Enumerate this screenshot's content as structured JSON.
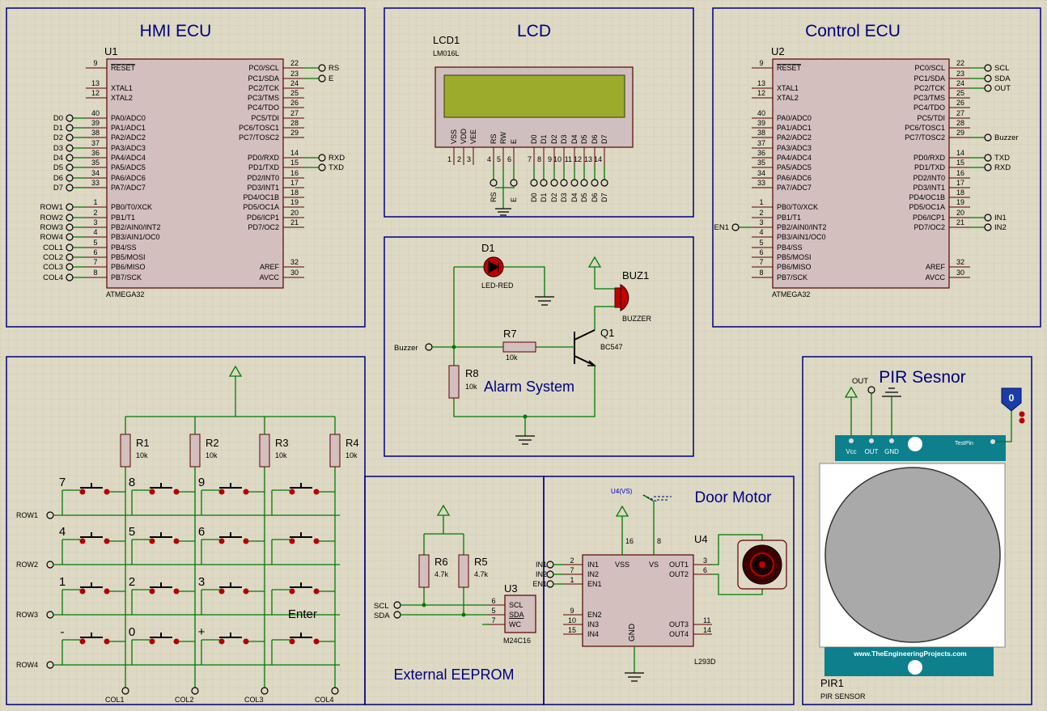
{
  "sections": {
    "hmi": "HMI ECU",
    "lcd": "LCD",
    "control": "Control ECU",
    "alarm": "Alarm System",
    "pir": "PIR Sesnor",
    "eeprom": "External EEPROM",
    "motor": "Door Motor"
  },
  "u1": {
    "ref": "U1",
    "part": "ATMEGA32",
    "left_pins": [
      {
        "num": "9",
        "name": "RESET",
        "net": ""
      },
      {
        "num": "13",
        "name": "XTAL1",
        "net": ""
      },
      {
        "num": "12",
        "name": "XTAL2",
        "net": ""
      },
      {
        "num": "40",
        "name": "PA0/ADC0",
        "net": "D0"
      },
      {
        "num": "39",
        "name": "PA1/ADC1",
        "net": "D1"
      },
      {
        "num": "38",
        "name": "PA2/ADC2",
        "net": "D2"
      },
      {
        "num": "37",
        "name": "PA3/ADC3",
        "net": "D3"
      },
      {
        "num": "36",
        "name": "PA4/ADC4",
        "net": "D4"
      },
      {
        "num": "35",
        "name": "PA5/ADC5",
        "net": "D5"
      },
      {
        "num": "34",
        "name": "PA6/ADC6",
        "net": "D6"
      },
      {
        "num": "33",
        "name": "PA7/ADC7",
        "net": "D7"
      },
      {
        "num": "1",
        "name": "PB0/T0/XCK",
        "net": "ROW1"
      },
      {
        "num": "2",
        "name": "PB1/T1",
        "net": "ROW2"
      },
      {
        "num": "3",
        "name": "PB2/AIN0/INT2",
        "net": "ROW3"
      },
      {
        "num": "4",
        "name": "PB3/AIN1/OC0",
        "net": "ROW4"
      },
      {
        "num": "5",
        "name": "PB4/SS",
        "net": "COL1"
      },
      {
        "num": "6",
        "name": "PB5/MOSI",
        "net": "COL2"
      },
      {
        "num": "7",
        "name": "PB6/MISO",
        "net": "COL3"
      },
      {
        "num": "8",
        "name": "PB7/SCK",
        "net": "COL4"
      }
    ],
    "right_pins": [
      {
        "num": "22",
        "name": "PC0/SCL",
        "net": "RS"
      },
      {
        "num": "23",
        "name": "PC1/SDA",
        "net": "E"
      },
      {
        "num": "24",
        "name": "PC2/TCK",
        "net": ""
      },
      {
        "num": "25",
        "name": "PC3/TMS",
        "net": ""
      },
      {
        "num": "26",
        "name": "PC4/TDO",
        "net": ""
      },
      {
        "num": "27",
        "name": "PC5/TDI",
        "net": ""
      },
      {
        "num": "28",
        "name": "PC6/TOSC1",
        "net": ""
      },
      {
        "num": "29",
        "name": "PC7/TOSC2",
        "net": ""
      },
      {
        "num": "14",
        "name": "PD0/RXD",
        "net": "RXD"
      },
      {
        "num": "15",
        "name": "PD1/TXD",
        "net": "TXD"
      },
      {
        "num": "16",
        "name": "PD2/INT0",
        "net": ""
      },
      {
        "num": "17",
        "name": "PD3/INT1",
        "net": ""
      },
      {
        "num": "18",
        "name": "PD4/OC1B",
        "net": ""
      },
      {
        "num": "19",
        "name": "PD5/OC1A",
        "net": ""
      },
      {
        "num": "20",
        "name": "PD6/ICP1",
        "net": ""
      },
      {
        "num": "21",
        "name": "PD7/OC2",
        "net": ""
      },
      {
        "num": "32",
        "name": "AREF",
        "net": ""
      },
      {
        "num": "30",
        "name": "AVCC",
        "net": ""
      }
    ]
  },
  "u2": {
    "ref": "U2",
    "part": "ATMEGA32",
    "left_pins": [
      {
        "num": "9",
        "name": "RESET",
        "net": ""
      },
      {
        "num": "13",
        "name": "XTAL1",
        "net": ""
      },
      {
        "num": "12",
        "name": "XTAL2",
        "net": ""
      },
      {
        "num": "40",
        "name": "PA0/ADC0",
        "net": ""
      },
      {
        "num": "39",
        "name": "PA1/ADC1",
        "net": ""
      },
      {
        "num": "38",
        "name": "PA2/ADC2",
        "net": ""
      },
      {
        "num": "37",
        "name": "PA3/ADC3",
        "net": ""
      },
      {
        "num": "36",
        "name": "PA4/ADC4",
        "net": ""
      },
      {
        "num": "35",
        "name": "PA5/ADC5",
        "net": ""
      },
      {
        "num": "34",
        "name": "PA6/ADC6",
        "net": ""
      },
      {
        "num": "33",
        "name": "PA7/ADC7",
        "net": ""
      },
      {
        "num": "1",
        "name": "PB0/T0/XCK",
        "net": ""
      },
      {
        "num": "2",
        "name": "PB1/T1",
        "net": ""
      },
      {
        "num": "3",
        "name": "PB2/AIN0/INT2",
        "net": "EN1"
      },
      {
        "num": "4",
        "name": "PB3/AIN1/OC0",
        "net": ""
      },
      {
        "num": "5",
        "name": "PB4/SS",
        "net": ""
      },
      {
        "num": "6",
        "name": "PB5/MOSI",
        "net": ""
      },
      {
        "num": "7",
        "name": "PB6/MISO",
        "net": ""
      },
      {
        "num": "8",
        "name": "PB7/SCK",
        "net": ""
      }
    ],
    "right_pins": [
      {
        "num": "22",
        "name": "PC0/SCL",
        "net": "SCL"
      },
      {
        "num": "23",
        "name": "PC1/SDA",
        "net": "SDA"
      },
      {
        "num": "24",
        "name": "PC2/TCK",
        "net": "OUT"
      },
      {
        "num": "25",
        "name": "PC3/TMS",
        "net": ""
      },
      {
        "num": "26",
        "name": "PC4/TDO",
        "net": ""
      },
      {
        "num": "27",
        "name": "PC5/TDI",
        "net": ""
      },
      {
        "num": "28",
        "name": "PC6/TOSC1",
        "net": ""
      },
      {
        "num": "29",
        "name": "PC7/TOSC2",
        "net": "Buzzer"
      },
      {
        "num": "14",
        "name": "PD0/RXD",
        "net": "TXD"
      },
      {
        "num": "15",
        "name": "PD1/TXD",
        "net": "RXD"
      },
      {
        "num": "16",
        "name": "PD2/INT0",
        "net": ""
      },
      {
        "num": "17",
        "name": "PD3/INT1",
        "net": ""
      },
      {
        "num": "18",
        "name": "PD4/OC1B",
        "net": ""
      },
      {
        "num": "19",
        "name": "PD5/OC1A",
        "net": ""
      },
      {
        "num": "20",
        "name": "PD6/ICP1",
        "net": "IN1"
      },
      {
        "num": "21",
        "name": "PD7/OC2",
        "net": "IN2"
      },
      {
        "num": "32",
        "name": "AREF",
        "net": ""
      },
      {
        "num": "30",
        "name": "AVCC",
        "net": ""
      }
    ]
  },
  "lcd": {
    "ref": "LCD1",
    "part": "LM016L",
    "pins": [
      {
        "name": "VSS",
        "num": "1",
        "net": ""
      },
      {
        "name": "VDD",
        "num": "2",
        "net": ""
      },
      {
        "name": "VEE",
        "num": "3",
        "net": ""
      },
      {
        "name": "RS",
        "num": "4",
        "net": "RS"
      },
      {
        "name": "RW",
        "num": "5",
        "net": ""
      },
      {
        "name": "E",
        "num": "6",
        "net": "E"
      },
      {
        "name": "D0",
        "num": "7",
        "net": "D0"
      },
      {
        "name": "D1",
        "num": "8",
        "net": "D1"
      },
      {
        "name": "D2",
        "num": "9",
        "net": "D2"
      },
      {
        "name": "D3",
        "num": "10",
        "net": "D3"
      },
      {
        "name": "D4",
        "num": "11",
        "net": "D4"
      },
      {
        "name": "D5",
        "num": "12",
        "net": "D5"
      },
      {
        "name": "D6",
        "num": "13",
        "net": "D6"
      },
      {
        "name": "D7",
        "num": "14",
        "net": "D7"
      }
    ]
  },
  "alarm": {
    "led_ref": "D1",
    "led_part": "LED-RED",
    "buz_ref": "BUZ1",
    "buz_part": "BUZZER",
    "q_ref": "Q1",
    "q_part": "BC547",
    "r7_ref": "R7",
    "r7_val": "10k",
    "r8_ref": "R8",
    "r8_val": "10k",
    "input_net": "Buzzer"
  },
  "keypad": {
    "resistors": [
      {
        "ref": "R1",
        "val": "10k"
      },
      {
        "ref": "R2",
        "val": "10k"
      },
      {
        "ref": "R3",
        "val": "10k"
      },
      {
        "ref": "R4",
        "val": "10k"
      }
    ],
    "rows": [
      "ROW1",
      "ROW2",
      "ROW3",
      "ROW4"
    ],
    "cols": [
      "COL1",
      "COL2",
      "COL3",
      "COL4"
    ],
    "keys": [
      [
        "7",
        "8",
        "9",
        ""
      ],
      [
        "4",
        "5",
        "6",
        ""
      ],
      [
        "1",
        "2",
        "3",
        "Enter"
      ],
      [
        "-",
        "0",
        "+",
        ""
      ]
    ]
  },
  "eeprom": {
    "ref": "U3",
    "part": "M24C16",
    "r6_ref": "R6",
    "r6_val": "4.7k",
    "r5_ref": "R5",
    "r5_val": "4.7k",
    "pins": [
      {
        "num": "6",
        "name": "SCL",
        "net": "SCL"
      },
      {
        "num": "5",
        "name": "SDA",
        "net": "SDA"
      },
      {
        "num": "7",
        "name": "WC",
        "net": ""
      }
    ]
  },
  "motor": {
    "ref": "U4",
    "part": "L293D",
    "vs_label": "U4(VS)",
    "left_pins": [
      {
        "num": "2",
        "name": "IN1",
        "net": "IN1"
      },
      {
        "num": "7",
        "name": "IN2",
        "net": "IN2"
      },
      {
        "num": "1",
        "name": "EN1",
        "net": "EN1"
      },
      {
        "num": "9",
        "name": "EN2",
        "net": ""
      },
      {
        "num": "10",
        "name": "IN3",
        "net": ""
      },
      {
        "num": "15",
        "name": "IN4",
        "net": ""
      }
    ],
    "right_pins": [
      {
        "num": "3",
        "name": "OUT1"
      },
      {
        "num": "6",
        "name": "OUT2"
      },
      {
        "num": "11",
        "name": "OUT3"
      },
      {
        "num": "14",
        "name": "OUT4"
      }
    ],
    "top_pins": [
      {
        "num": "16",
        "name": "VSS"
      },
      {
        "num": "8",
        "name": "VS"
      }
    ],
    "gnd_name": "GND"
  },
  "pir": {
    "ref": "PIR1",
    "part": "PIR SENSOR",
    "out_net": "OUT",
    "pins": [
      "Vcc",
      "OUT",
      "GND"
    ],
    "testpin": "TestPin",
    "website": "www.TheEngineeringProjects.com",
    "logic": "0"
  }
}
